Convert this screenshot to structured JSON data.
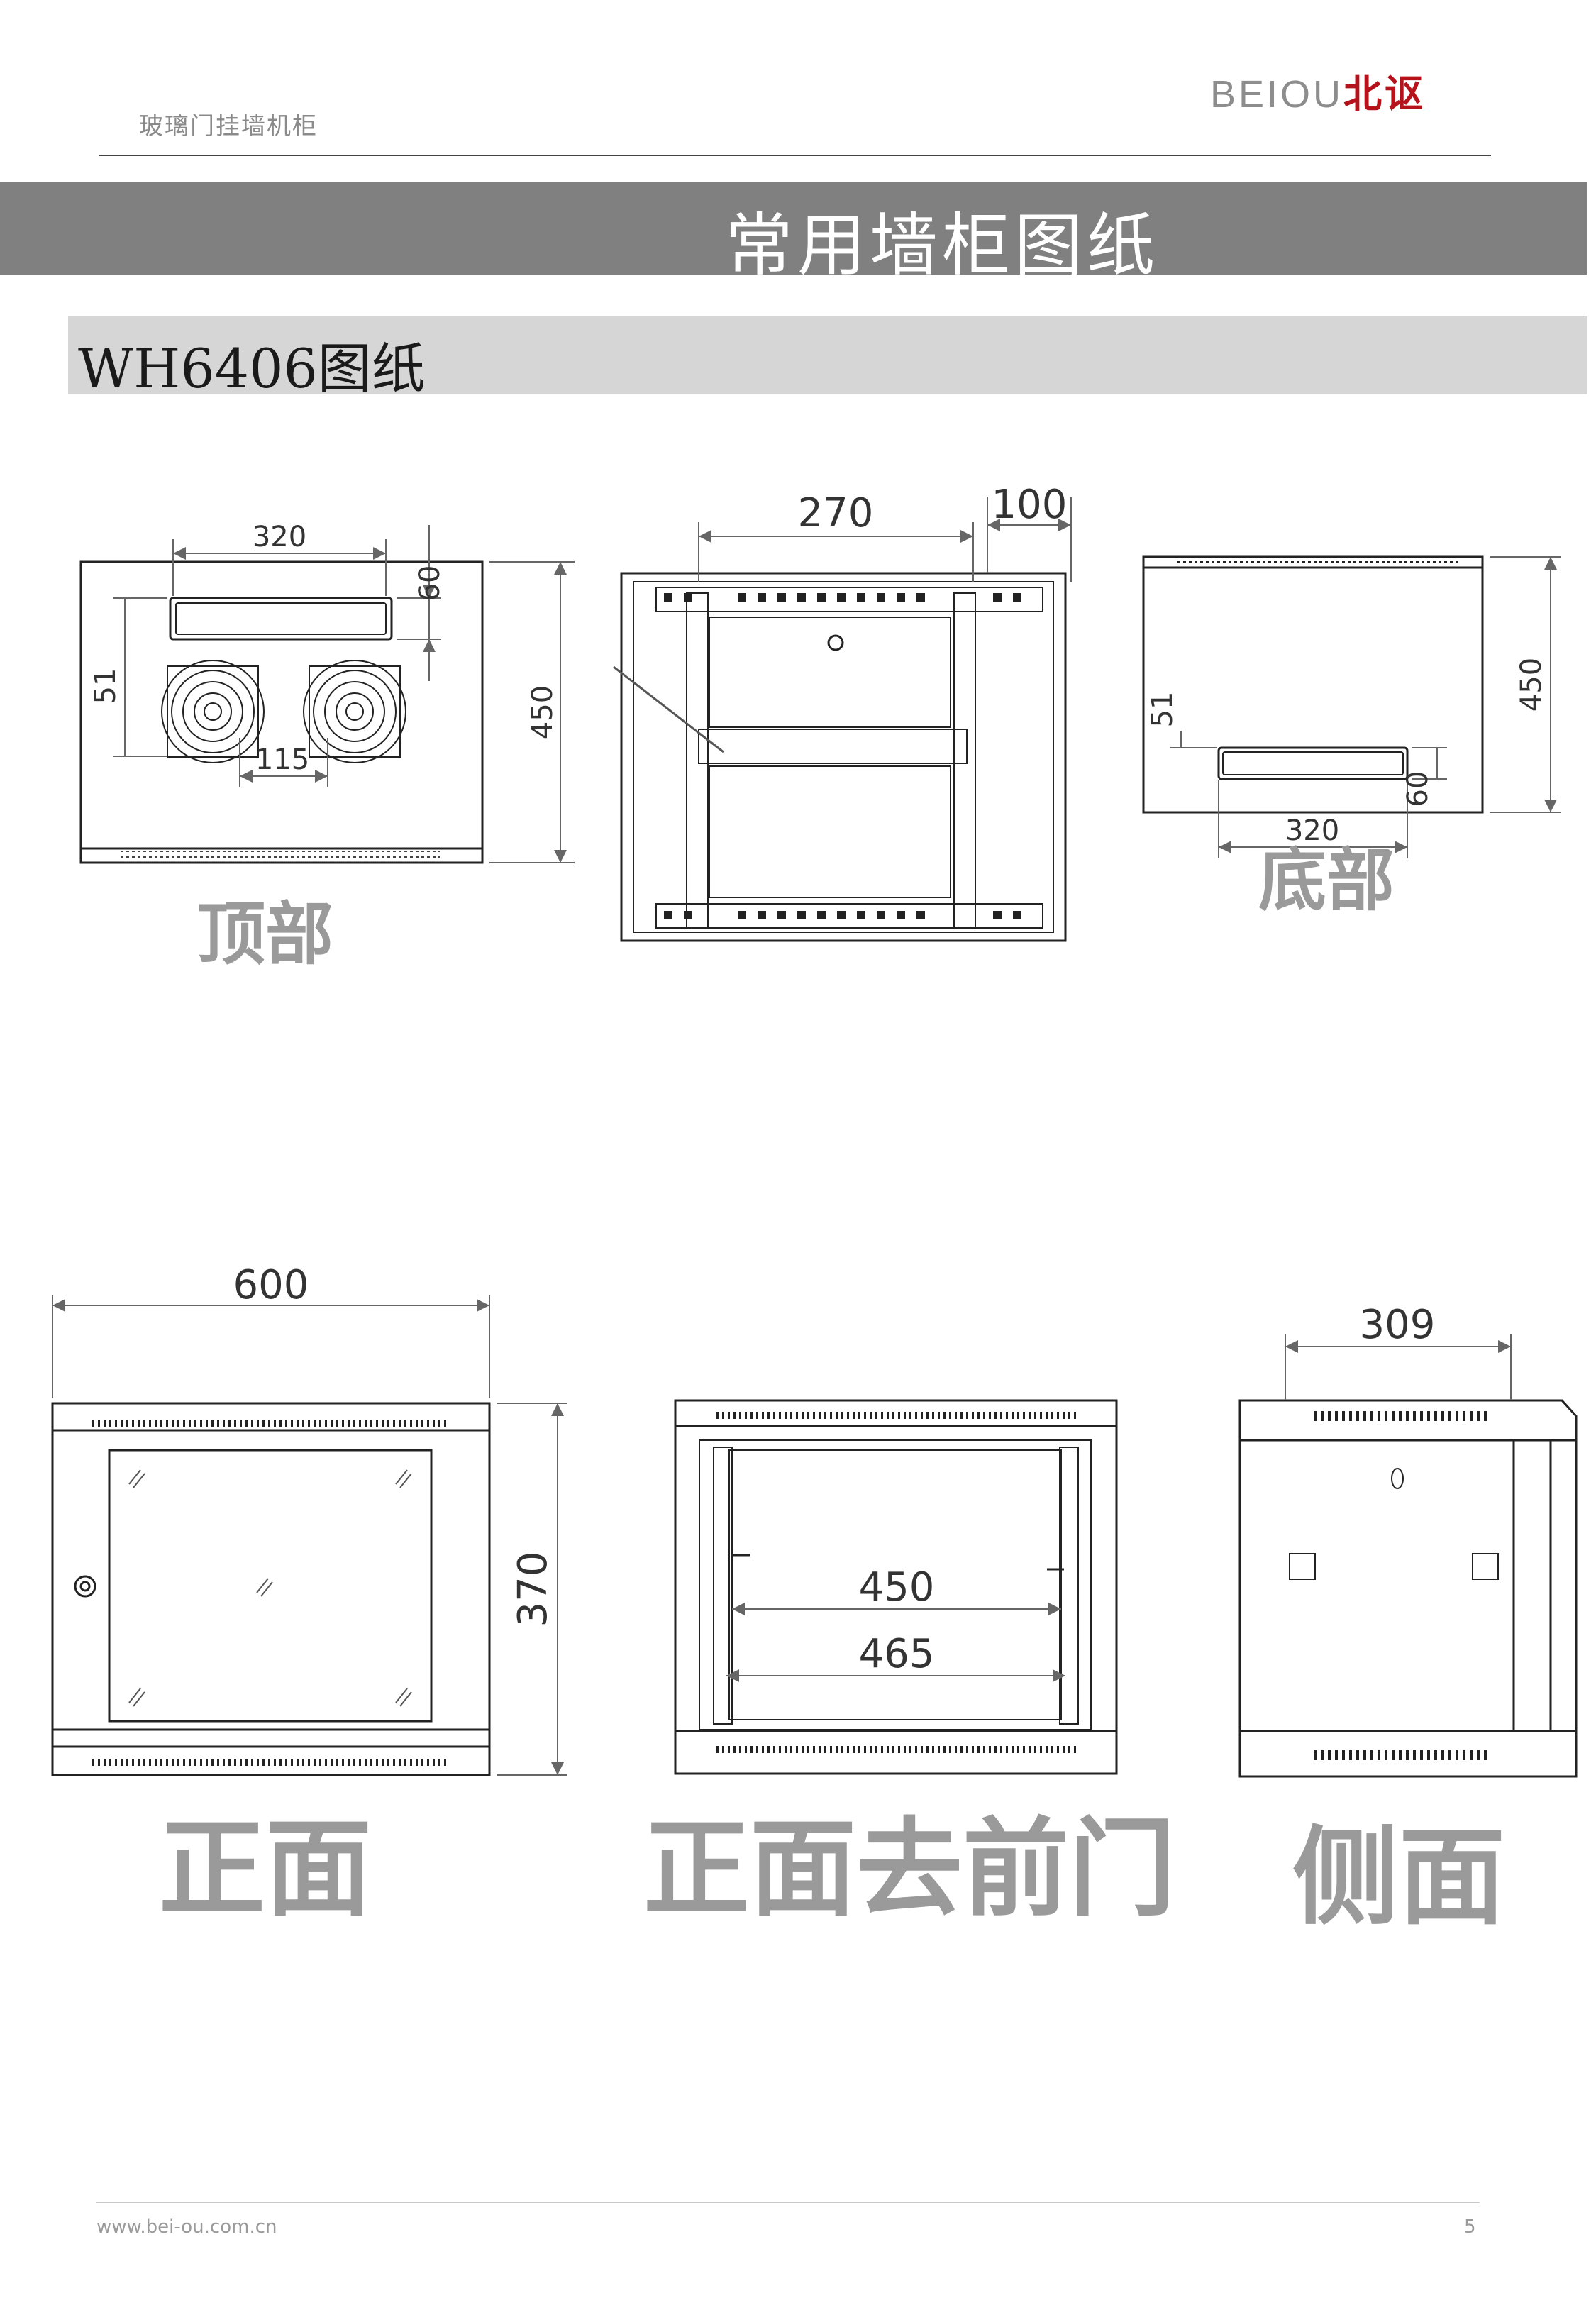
{
  "header": {
    "doc_title": "玻璃门挂墙机柜",
    "brand_latin": "BEIOU",
    "brand_cn": "北讴"
  },
  "banner": {
    "title": "常用墙柜图纸"
  },
  "section": {
    "title": "WH6406图纸"
  },
  "views": {
    "top": {
      "label": "顶部",
      "dims": {
        "width": "320",
        "slot_h": "60",
        "offset": "51",
        "depth": "450",
        "fan_gap": "115"
      }
    },
    "mid_top": {
      "dims": {
        "rail_gap": "270",
        "side": "100"
      }
    },
    "bottom": {
      "label": "底部",
      "dims": {
        "width": "320",
        "slot_h": "60",
        "offset": "51",
        "depth": "450"
      }
    },
    "front": {
      "label": "正面",
      "dims": {
        "width": "600",
        "height": "370"
      }
    },
    "front_no_door": {
      "label": "正面去前门",
      "dims": {
        "inner": "450",
        "outer": "465"
      }
    },
    "side": {
      "label": "侧面",
      "dims": {
        "depth": "309"
      }
    }
  },
  "footer": {
    "url": "www.bei-ou.com.cn",
    "page": "5"
  },
  "colors": {
    "brand_red": "#b5121b",
    "banner_gray": "#808080",
    "subbar_gray": "#d6d6d6"
  }
}
